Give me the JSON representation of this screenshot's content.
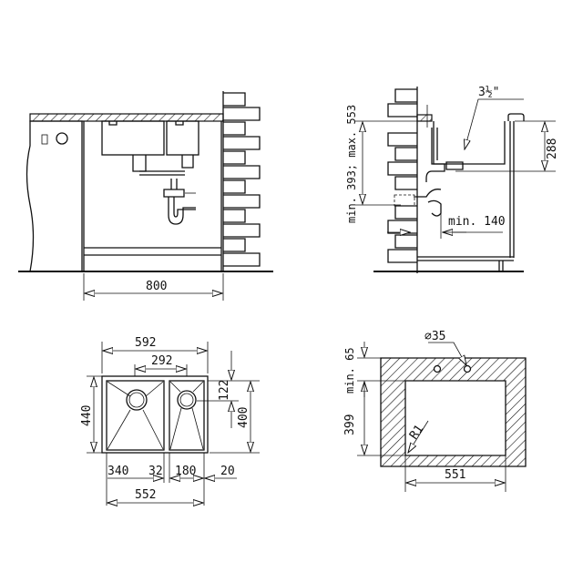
{
  "side_view_front": {
    "width_label": "800"
  },
  "side_view_profile": {
    "height_range_label": "min. 393; max. 553",
    "depth_label": "288",
    "wall_offset_label": "min. 140",
    "drain_size_label": "3½\""
  },
  "top_view": {
    "overall_width": "592",
    "small_bowl_offset": "292",
    "overall_depth": "440",
    "drain_offset": "122",
    "bowl_depth": "400",
    "big_bowl_width": "340",
    "divider_width": "32",
    "small_bowl_width": "180",
    "edge_width": "20",
    "inner_width": "552"
  },
  "cutout_view": {
    "hole_diameter": "⌀35",
    "min_edge_label": "min. 65",
    "cutout_depth": "399",
    "radius_label": "R1",
    "cutout_width": "551"
  }
}
